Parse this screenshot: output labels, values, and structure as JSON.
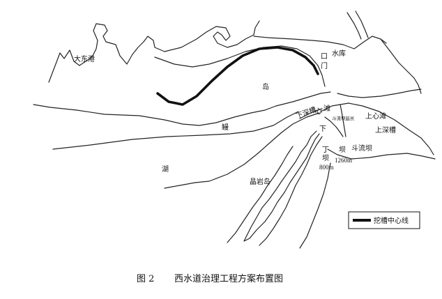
{
  "labels": {
    "da_dong_gang": "大东港",
    "shui_ku": "水库",
    "kou": "口",
    "men": "门",
    "dao": "岛",
    "xia_shen_cao": "下深槽",
    "xin": "心",
    "tan": "滩",
    "dou_liu_ba_yan_chang": "斗流坝延长",
    "shang_xin_tan": "上心滩",
    "shang_shen_cao": "上深槽",
    "xia": "下",
    "ding": "丁",
    "ba_left": "坝",
    "ba_right": "坝",
    "dou_liu_ba": "斗流坝",
    "ding_ba_length": "800m",
    "dou_liu_ba_length": "1260m",
    "e": "鳗",
    "hu": "湖",
    "jing_yan_dao": "晶岩岛"
  },
  "legend": {
    "label": "挖槽中心线"
  },
  "caption": {
    "number": "图 2",
    "title": "西水道治理工程方案布置图"
  }
}
